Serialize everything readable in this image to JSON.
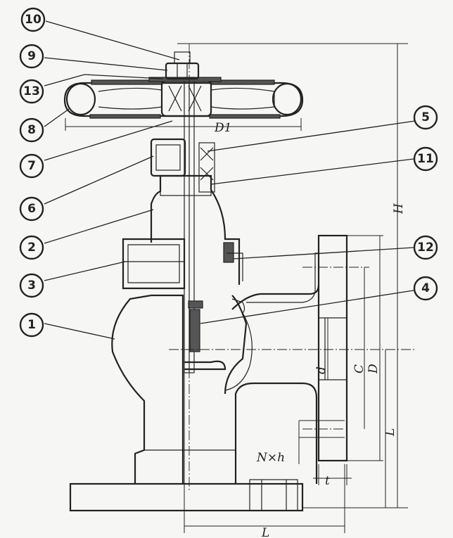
{
  "callouts": [
    {
      "id": "c10",
      "label": "10"
    },
    {
      "id": "c9",
      "label": "9"
    },
    {
      "id": "c13",
      "label": "13"
    },
    {
      "id": "c8",
      "label": "8"
    },
    {
      "id": "c7",
      "label": "7"
    },
    {
      "id": "c6",
      "label": "6"
    },
    {
      "id": "c2",
      "label": "2"
    },
    {
      "id": "c3",
      "label": "3"
    },
    {
      "id": "c1",
      "label": "1"
    },
    {
      "id": "c5",
      "label": "5"
    },
    {
      "id": "c11",
      "label": "11"
    },
    {
      "id": "c12",
      "label": "12"
    },
    {
      "id": "c4",
      "label": "4"
    }
  ],
  "dimensions": {
    "handwheel_diameter": "D1",
    "height": "H",
    "face_to_center_vertical": "L",
    "face_to_center_horizontal": "L",
    "bore": "d",
    "bolt_circle": "C",
    "flange_diameter": "D",
    "bolt_holes": "N×h",
    "flange_thickness": "t"
  }
}
